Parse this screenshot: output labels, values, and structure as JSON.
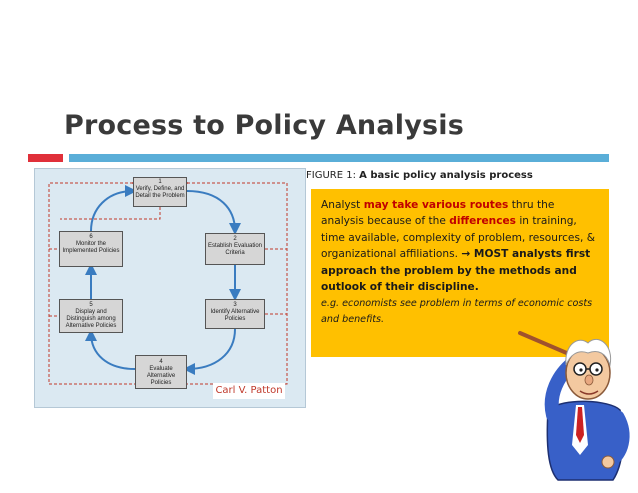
{
  "slide": {
    "title": "Process to Policy Analysis"
  },
  "figure": {
    "caption_label": "FIGURE 1:",
    "caption_text": "A basic policy analysis process",
    "attribution": "Carl V. Patton",
    "steps": [
      {
        "number": "1",
        "label": "Verify, Define, and Detail the Problem"
      },
      {
        "number": "2",
        "label": "Establish Evaluation Criteria"
      },
      {
        "number": "3",
        "label": "Identify Alternative Policies"
      },
      {
        "number": "4",
        "label": "Evaluate Alternative Policies"
      },
      {
        "number": "5",
        "label": "Display and Distinguish among Alternative Policies"
      },
      {
        "number": "6",
        "label": "Monitor the Implemented Policies"
      }
    ]
  },
  "callout": {
    "p1": "Analyst ",
    "p2": "may take various routes",
    "p3": " thru the analysis because of the ",
    "p4": "differences",
    "p5": " in training, time available, complexity of problem, resources, & organizational affiliations. ",
    "arrow": "→",
    "p6": " MOST analysts first approach the problem by the methods and outlook of their discipline.",
    "example": "e.g. economists see problem in terms of economic costs and benefits."
  },
  "colors": {
    "accent_red": "#e0303a",
    "accent_blue": "#5aaed8",
    "callout_bg": "#ffc000",
    "highlight_red": "#c00000"
  }
}
